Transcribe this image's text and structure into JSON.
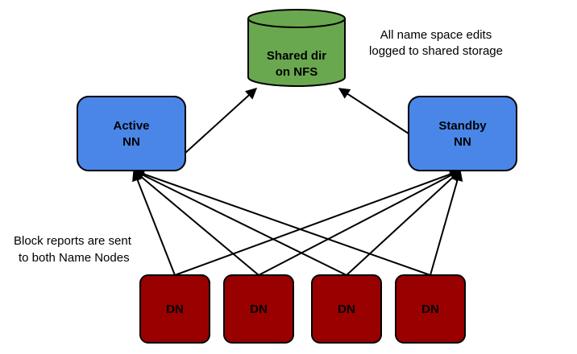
{
  "colors": {
    "namenode_fill": "#4a86e8",
    "namenode_stroke": "#000000",
    "storage_fill": "#6aa84f",
    "storage_stroke": "#000000",
    "datanode_fill": "#990000",
    "datanode_stroke": "#000000",
    "edge": "#000000"
  },
  "nodes": {
    "shared_storage": {
      "line1": "Shared dir",
      "line2": "on NFS"
    },
    "active_nn": {
      "line1": "Active",
      "line2": "NN"
    },
    "standby_nn": {
      "line1": "Standby",
      "line2": "NN"
    },
    "datanodes": [
      {
        "label": "DN"
      },
      {
        "label": "DN"
      },
      {
        "label": "DN"
      },
      {
        "label": "DN"
      }
    ]
  },
  "notes": {
    "shared_storage_note": {
      "line1": "All name space edits",
      "line2": "logged to shared storage"
    },
    "block_reports_note": {
      "line1": "Block reports are sent",
      "line2": "to both Name Nodes"
    }
  },
  "edges": [
    {
      "from": "active_nn",
      "to": "shared_storage"
    },
    {
      "from": "standby_nn",
      "to": "shared_storage"
    },
    {
      "from": "datanode_1",
      "to": "active_nn"
    },
    {
      "from": "datanode_2",
      "to": "active_nn"
    },
    {
      "from": "datanode_3",
      "to": "active_nn"
    },
    {
      "from": "datanode_4",
      "to": "active_nn"
    },
    {
      "from": "datanode_1",
      "to": "standby_nn"
    },
    {
      "from": "datanode_2",
      "to": "standby_nn"
    },
    {
      "from": "datanode_3",
      "to": "standby_nn"
    },
    {
      "from": "datanode_4",
      "to": "standby_nn"
    }
  ]
}
